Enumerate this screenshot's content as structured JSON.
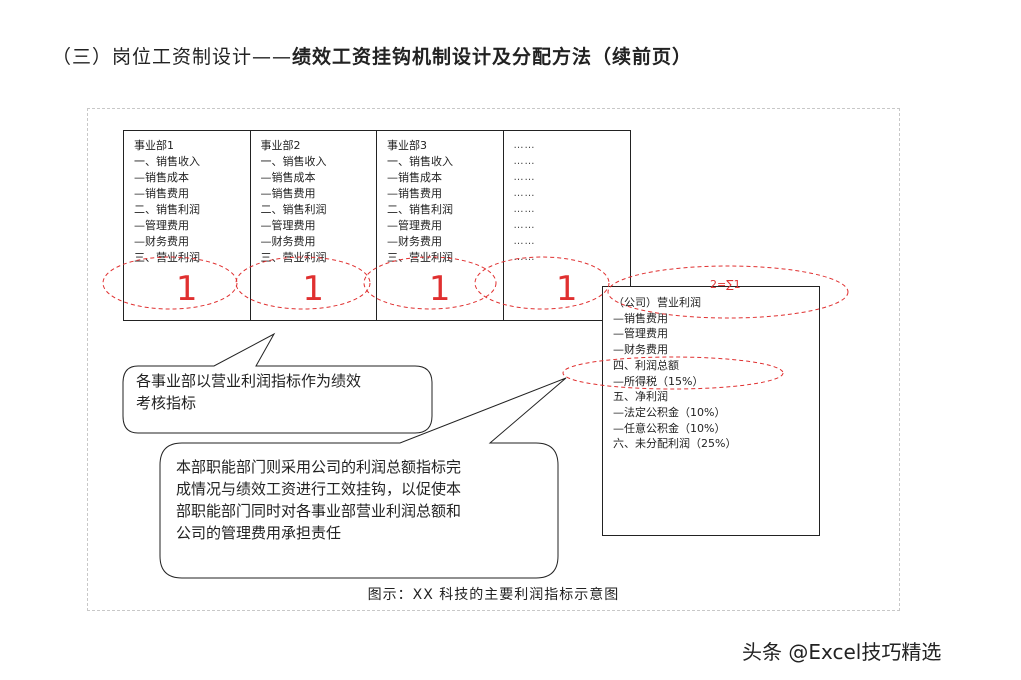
{
  "heading": {
    "normal": "（三）岗位工资制设计——",
    "bold": "绩效工资挂钩机制设计及分配方法（续前页）"
  },
  "departments": [
    {
      "lines": [
        "事业部1",
        "一、销售收入",
        "—销售成本",
        "—销售费用",
        "二、销售利润",
        "—管理费用",
        "—财务费用",
        "三、营业利润"
      ],
      "marker": "1"
    },
    {
      "lines": [
        "事业部2",
        "一、销售收入",
        "—销售成本",
        "—销售费用",
        "二、销售利润",
        "—管理费用",
        "—财务费用",
        "三、营业利润"
      ],
      "marker": "1"
    },
    {
      "lines": [
        "事业部3",
        "一、销售收入",
        "—销售成本",
        "—销售费用",
        "二、销售利润",
        "—管理费用",
        "—财务费用",
        "三、营业利润"
      ],
      "marker": "1"
    },
    {
      "lines": [
        "……",
        "……",
        "……",
        "……",
        "……",
        "……",
        "……",
        "……"
      ],
      "marker": "1"
    }
  ],
  "sum_label": "2=∑1",
  "company_summary": [
    "（公司）营业利润",
    "—销售费用",
    "—管理费用",
    "—财务费用",
    "四、利润总额",
    "—所得税（15%）",
    "五、净利润",
    "—法定公积金（10%）",
    "—任意公积金（10%）",
    "六、未分配利润（25%）"
  ],
  "callout1": {
    "lines": [
      "各事业部以营业利润指标作为绩效",
      "考核指标"
    ]
  },
  "callout2": {
    "lines": [
      "本部职能部门则采用公司的利润总额指标完",
      "成情况与绩效工资进行工效挂钩，以促使本",
      "部职能部门同时对各事业部营业利润总额和",
      "公司的管理费用承担责任"
    ]
  },
  "caption": "图示：XX 科技的主要利润指标示意图",
  "watermark": "头条 @Excel技巧精选",
  "colors": {
    "accent_red": "#e03030",
    "border": "#222222",
    "frame_dash": "#c8c8c8"
  }
}
